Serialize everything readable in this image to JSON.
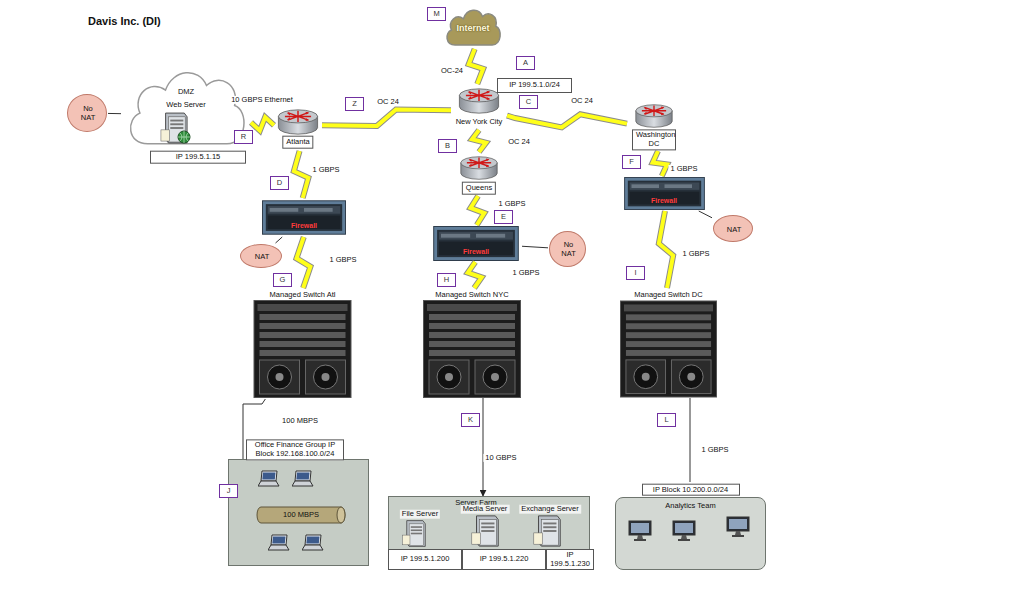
{
  "diagram": {
    "title": "Davis Inc. (DI)",
    "nodes": [
      {
        "text": [
          "Internet"
        ]
      },
      {
        "text": [
          "DMZ",
          "Web Server",
          "IP 199.5.1.15"
        ]
      },
      {
        "text": [
          "No NAT"
        ]
      },
      {
        "text": [
          "IP 199.5.1.0/24"
        ]
      },
      {
        "text": [
          "Atlanta"
        ]
      },
      {
        "text": [
          "New York City"
        ]
      },
      {
        "text": [
          "Washington DC"
        ]
      },
      {
        "text": [
          "Queens"
        ]
      },
      {
        "text": [
          "Firewall"
        ]
      },
      {
        "text": [
          "NAT"
        ]
      },
      {
        "text": [
          "Firewall"
        ]
      },
      {
        "text": [
          "No NAT"
        ]
      },
      {
        "text": [
          "Firewall"
        ]
      },
      {
        "text": [
          "NAT"
        ]
      },
      {
        "text": [
          "Managed Switch Atl"
        ]
      },
      {
        "text": [
          "Managed Switch NYC"
        ]
      },
      {
        "text": [
          "Managed Switch DC"
        ]
      },
      {
        "text": [
          "Office Finance Group IP Block 192.168.100.0/24"
        ]
      },
      {
        "text": [
          "100 MBPS"
        ],
        "in": 17
      },
      {
        "text": [
          "Server Farm"
        ]
      },
      {
        "text": [
          "File Server"
        ],
        "in": 19
      },
      {
        "text": [
          "Media Server"
        ],
        "in": 19
      },
      {
        "text": [
          "Exchange Server"
        ],
        "in": 19
      },
      {
        "text": [
          "IP 199.5.1.200"
        ],
        "in": 19
      },
      {
        "text": [
          "IP 199.5.1.220"
        ],
        "in": 19
      },
      {
        "text": [
          "IP 199.5.1.230"
        ],
        "in": 19
      },
      {
        "text": [
          "IP Block 10.200.0.0/24",
          "Analytics Team"
        ]
      }
    ],
    "edges": [
      {
        "from": 0,
        "to": 5,
        "label": "OC-24",
        "arrow": "none"
      },
      {
        "from": 4,
        "to": 5,
        "label": "OC 24",
        "arrow": "none"
      },
      {
        "from": 5,
        "to": 6,
        "label": "OC 24",
        "arrow": "none"
      },
      {
        "from": 5,
        "to": 7,
        "label": "OC 24",
        "arrow": "none"
      },
      {
        "from": 1,
        "to": 4,
        "label": "10 GBPS Ethernet",
        "arrow": "none"
      },
      {
        "from": 2,
        "to": 1,
        "arrow": "none"
      },
      {
        "from": 4,
        "to": 8,
        "label": "1 GBPS",
        "arrow": "none"
      },
      {
        "from": 8,
        "to": 14,
        "label": "1 GBPS",
        "arrow": "none"
      },
      {
        "from": 9,
        "to": 8,
        "arrow": "none"
      },
      {
        "from": 7,
        "to": 10,
        "label": "1 GBPS",
        "arrow": "none"
      },
      {
        "from": 10,
        "to": 15,
        "label": "1 GBPS",
        "arrow": "none"
      },
      {
        "from": 11,
        "to": 10,
        "arrow": "none"
      },
      {
        "from": 6,
        "to": 12,
        "label": "1 GBPS",
        "arrow": "none"
      },
      {
        "from": 12,
        "to": 16,
        "label": "1 GBPS",
        "arrow": "none"
      },
      {
        "from": 13,
        "to": 12,
        "arrow": "none"
      },
      {
        "from": 14,
        "to": 18,
        "label": "100 MBPS",
        "arrow": "none"
      },
      {
        "from": 15,
        "to": 19,
        "label": "10 GBPS",
        "arrow": "to"
      },
      {
        "from": 16,
        "to": 26,
        "label": "1 GBPS",
        "arrow": "none"
      }
    ],
    "labels": [
      "M",
      "A",
      "Z",
      "C",
      "R",
      "B",
      "D",
      "F",
      "E",
      "G",
      "H",
      "I",
      "K",
      "L",
      "J"
    ]
  }
}
